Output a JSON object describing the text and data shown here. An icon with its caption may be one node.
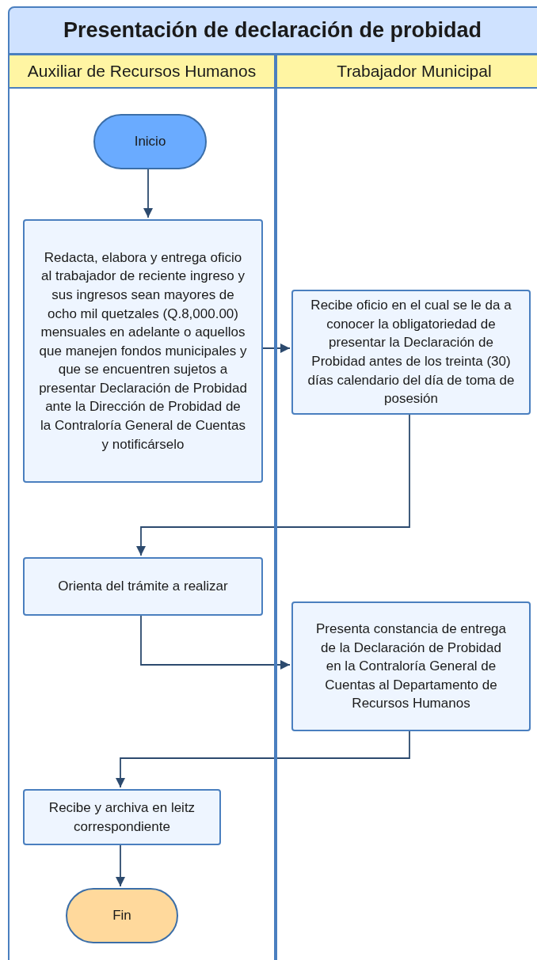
{
  "diagram": {
    "title": "Presentación de declaración de probidad",
    "nodes": [
      {
        "text": [
          "Auxiliar de Recursos Humanos"
        ]
      },
      {
        "text": [
          "Trabajador Municipal"
        ]
      },
      {
        "text": [
          "Inicio"
        ],
        "in": 0
      },
      {
        "text": [
          "Redacta, elabora y entrega oficio al trabajador de reciente ingreso y sus ingresos sean mayores de ocho mil quetzales (Q.8,000.00) mensuales en adelante o aquellos que manejen fondos municipales y que se encuentren sujetos a presentar Declaración de Probidad ante la Dirección de Probidad de la Contraloría General de Cuentas y notificárselo"
        ],
        "in": 0
      },
      {
        "text": [
          "Recibe oficio en el cual se le da a conocer la obligatoriedad de presentar la Declaración de Probidad antes de los treinta (30) días calendario del día de toma de posesión"
        ],
        "in": 1
      },
      {
        "text": [
          "Orienta del trámite a realizar"
        ],
        "in": 0
      },
      {
        "text": [
          "Presenta constancia de entrega de la Declaración de Probidad en la Contraloría General de Cuentas al Departamento de Recursos Humanos"
        ],
        "in": 1
      },
      {
        "text": [
          "Recibe y archiva en leitz correspondiente"
        ],
        "in": 0
      },
      {
        "text": [
          "Fin"
        ],
        "in": 0
      }
    ],
    "edges": [
      {
        "from": 2,
        "to": 3,
        "arrow": "to"
      },
      {
        "from": 3,
        "to": 4,
        "arrow": "to"
      },
      {
        "from": 4,
        "to": 5,
        "arrow": "to"
      },
      {
        "from": 5,
        "to": 6,
        "arrow": "to"
      },
      {
        "from": 6,
        "to": 7,
        "arrow": "to"
      },
      {
        "from": 7,
        "to": 8,
        "arrow": "to"
      }
    ]
  }
}
